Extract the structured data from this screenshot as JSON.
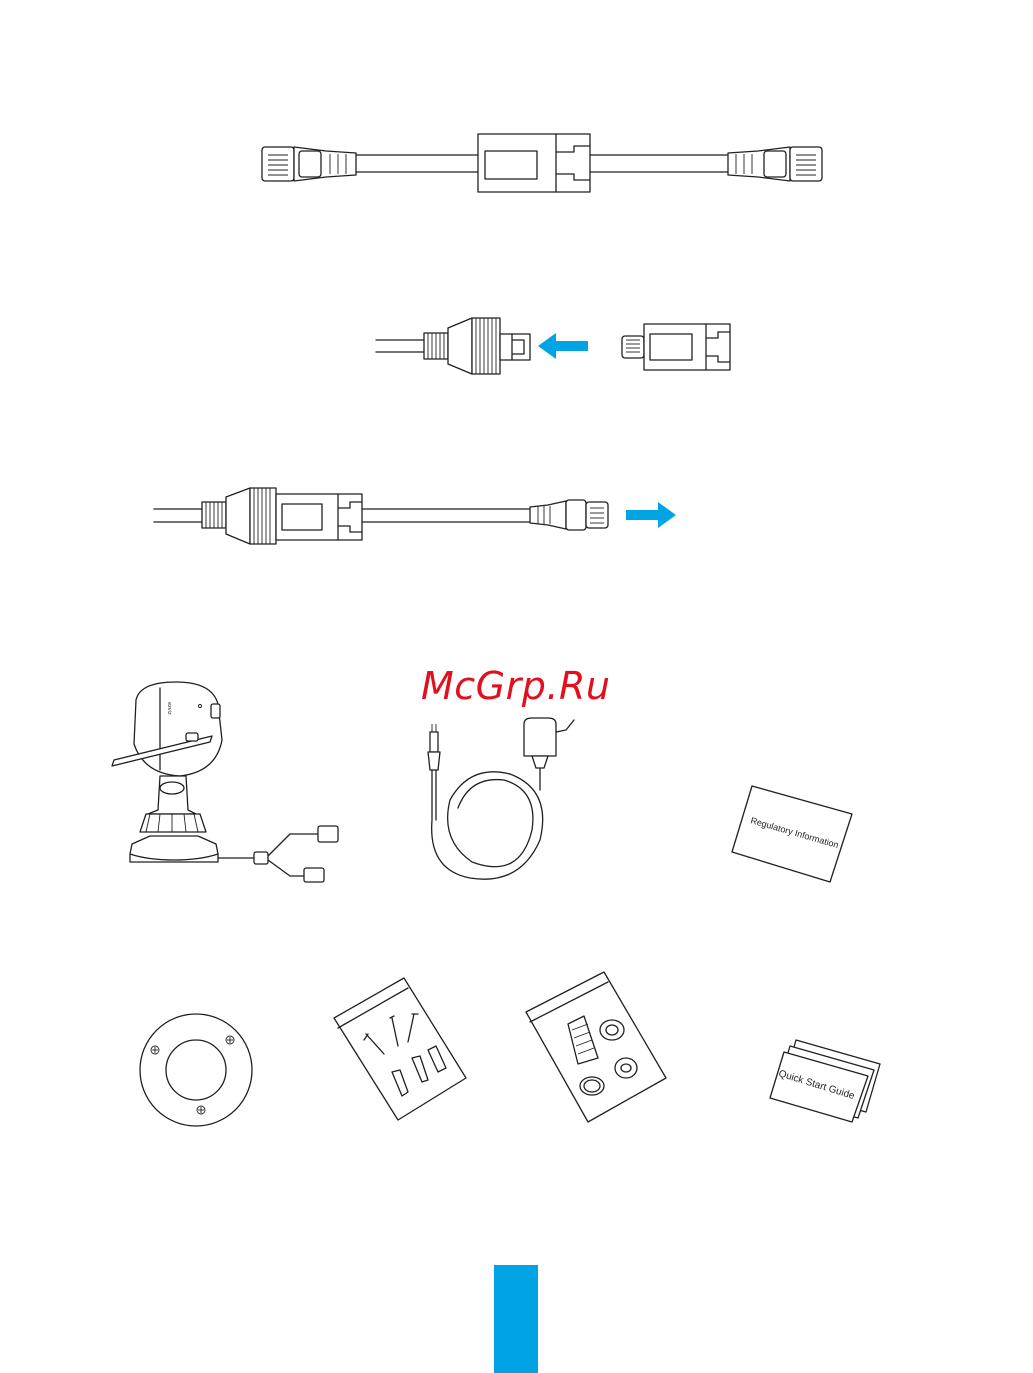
{
  "items": {
    "regulatory_card": "Regulatory Information",
    "quick_start_guide": "Quick Start Guide",
    "camera_brand": "ezviz"
  },
  "watermark": {
    "text": "McGrp.Ru"
  },
  "colors": {
    "accent": "#00a4e4",
    "line": "#231f20",
    "watermark": "#e2101e"
  }
}
